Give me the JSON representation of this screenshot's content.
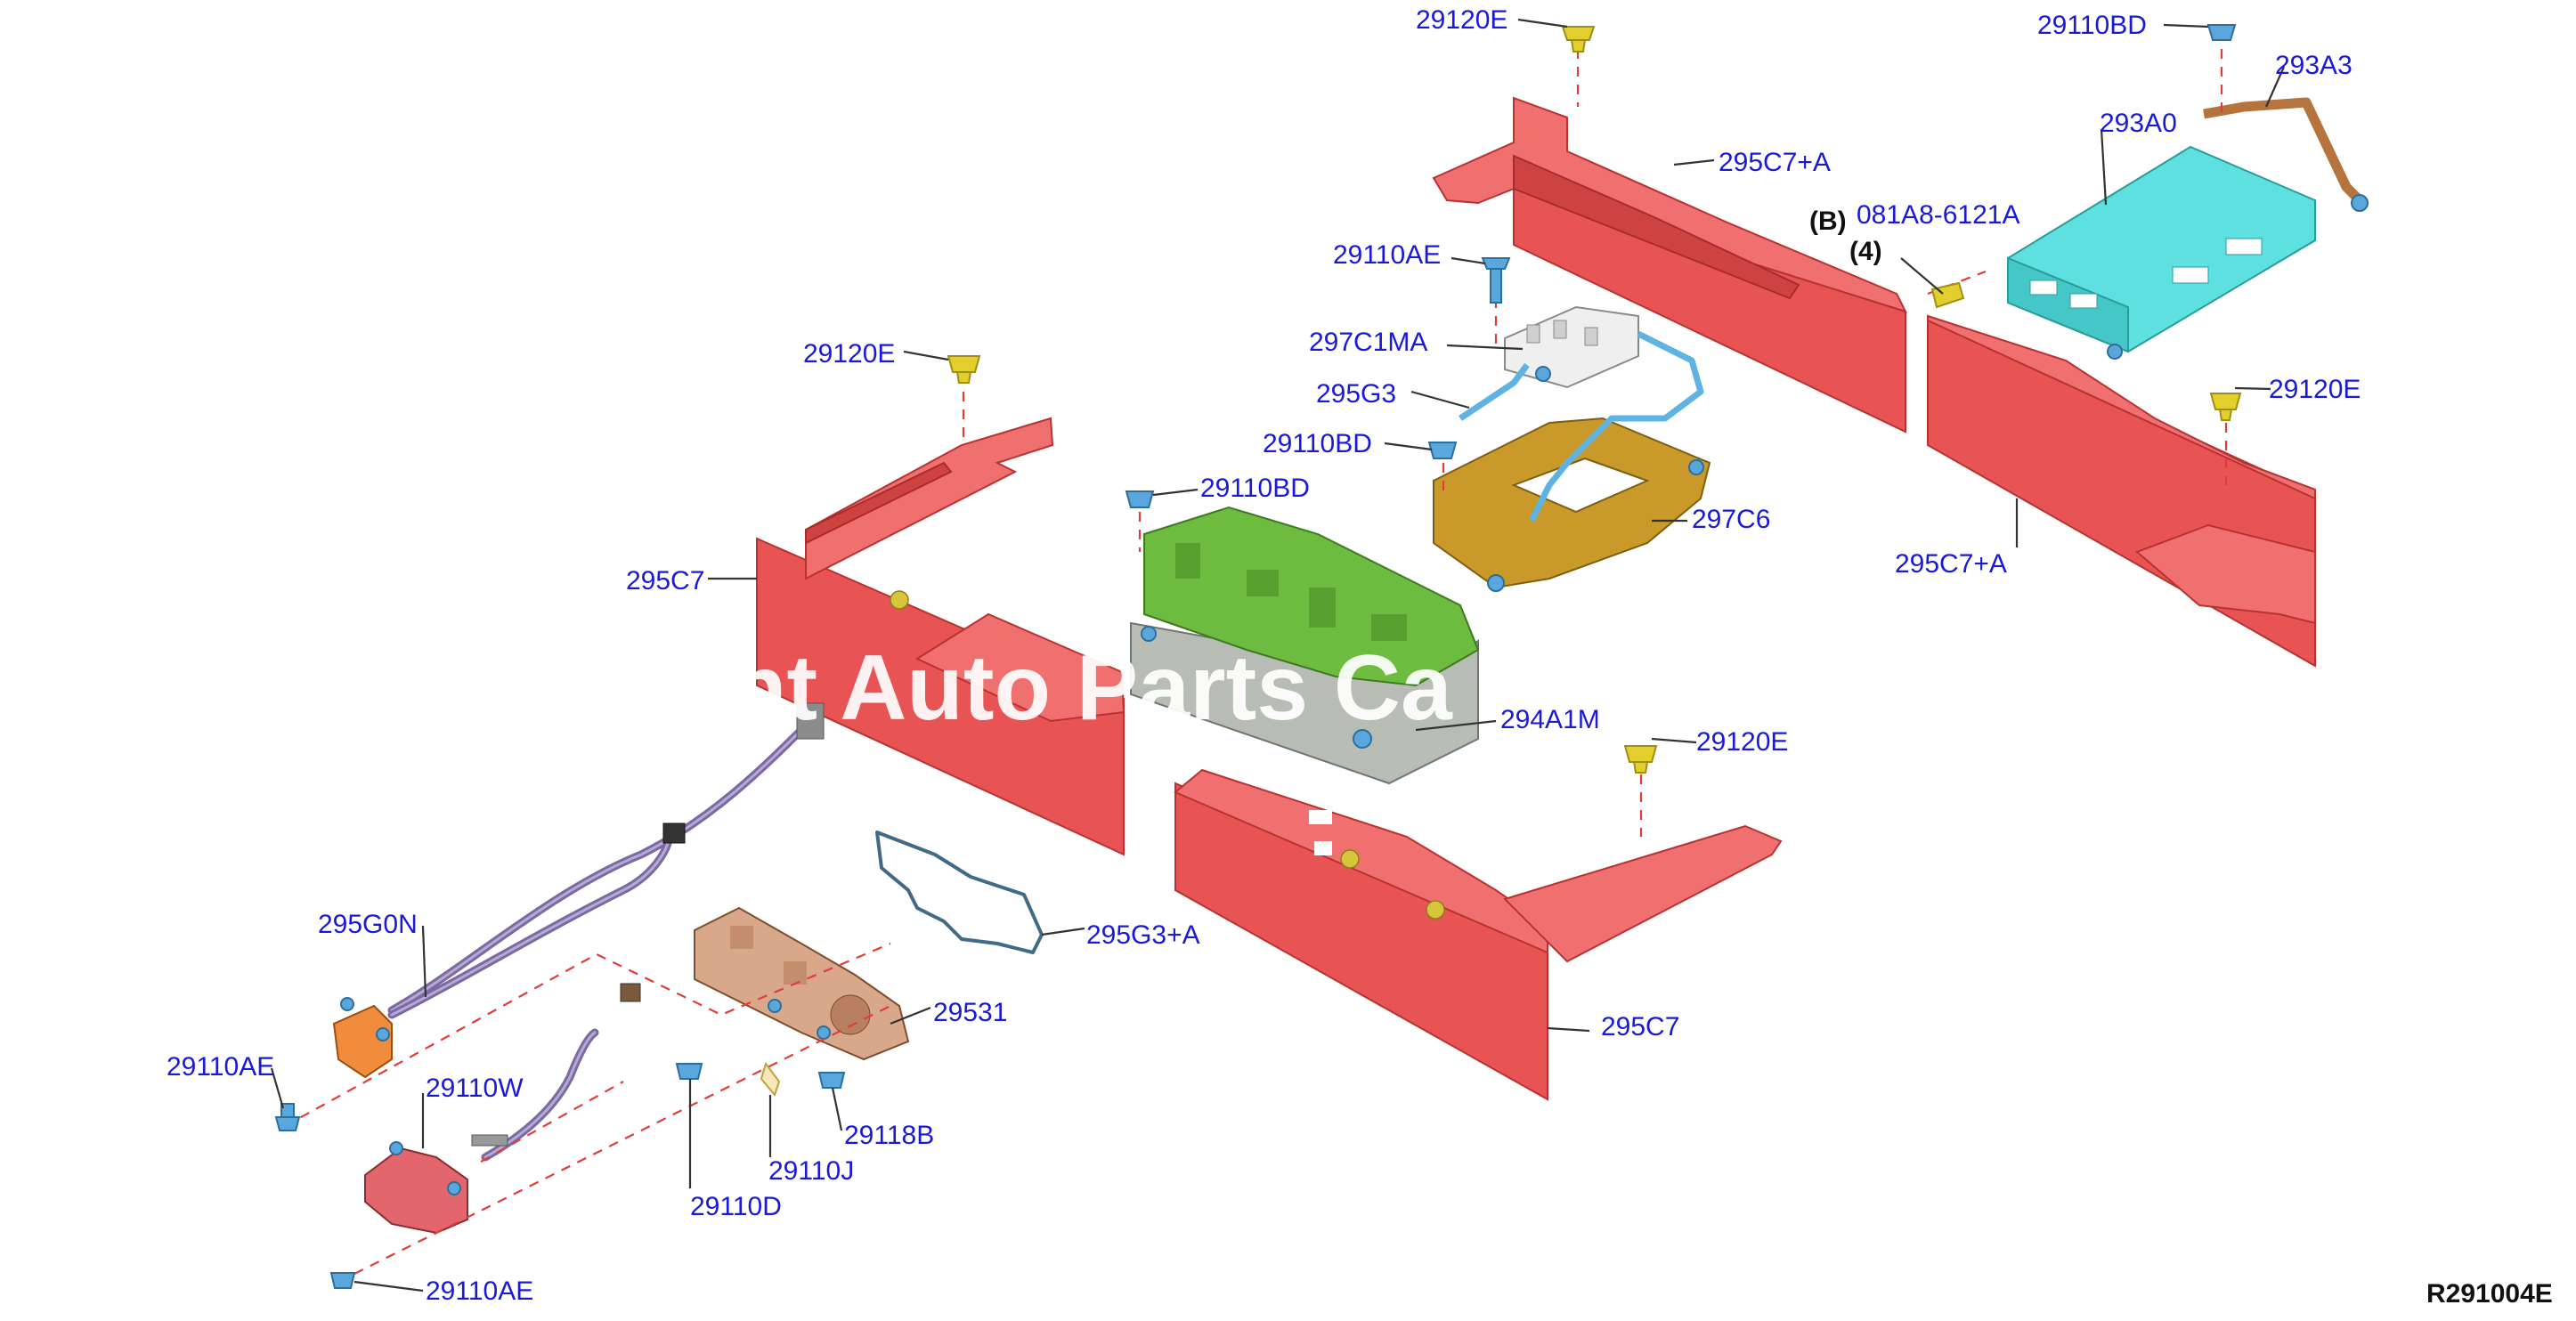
{
  "diagram": {
    "reference_code": "R291004E",
    "watermark": "nt Auto Parts Ca",
    "callouts": [
      {
        "id": "c1",
        "text": "29120E"
      },
      {
        "id": "c2",
        "text": "29110BD"
      },
      {
        "id": "c3",
        "text": "293A3"
      },
      {
        "id": "c4",
        "text": "293A0"
      },
      {
        "id": "c5",
        "text": "295C7+A"
      },
      {
        "id": "c6",
        "text": "081A8-6121A"
      },
      {
        "id": "c7",
        "text": "(B)"
      },
      {
        "id": "c8",
        "text": "(4)"
      },
      {
        "id": "c9",
        "text": "29110AE"
      },
      {
        "id": "c10",
        "text": "297C1MA"
      },
      {
        "id": "c11",
        "text": "295G3"
      },
      {
        "id": "c12",
        "text": "29110BD"
      },
      {
        "id": "c13",
        "text": "29120E"
      },
      {
        "id": "c14",
        "text": "29110BD"
      },
      {
        "id": "c15",
        "text": "297C6"
      },
      {
        "id": "c16",
        "text": "29120E"
      },
      {
        "id": "c17",
        "text": "295C7+A"
      },
      {
        "id": "c18",
        "text": "295C7"
      },
      {
        "id": "c19",
        "text": "294A1M"
      },
      {
        "id": "c20",
        "text": "29120E"
      },
      {
        "id": "c21",
        "text": "295G3+A"
      },
      {
        "id": "c22",
        "text": "295G0N"
      },
      {
        "id": "c23",
        "text": "29531"
      },
      {
        "id": "c24",
        "text": "29110AE"
      },
      {
        "id": "c25",
        "text": "29110W"
      },
      {
        "id": "c26",
        "text": "29118B"
      },
      {
        "id": "c27",
        "text": "29110J"
      },
      {
        "id": "c28",
        "text": "29110D"
      },
      {
        "id": "c29",
        "text": "295C7"
      },
      {
        "id": "c30",
        "text": "29110AE"
      }
    ],
    "colors": {
      "callout_text": "#1a1ad6",
      "heat_shield": "#e85454",
      "valve_body": "#6dbb3f",
      "bracket": "#c99a2a",
      "control_module": "#5ee0e0",
      "fasteners_blue": "#5aa7dd",
      "fasteners_yellow": "#e2cf2e",
      "harness": "#7a6aa0"
    }
  }
}
